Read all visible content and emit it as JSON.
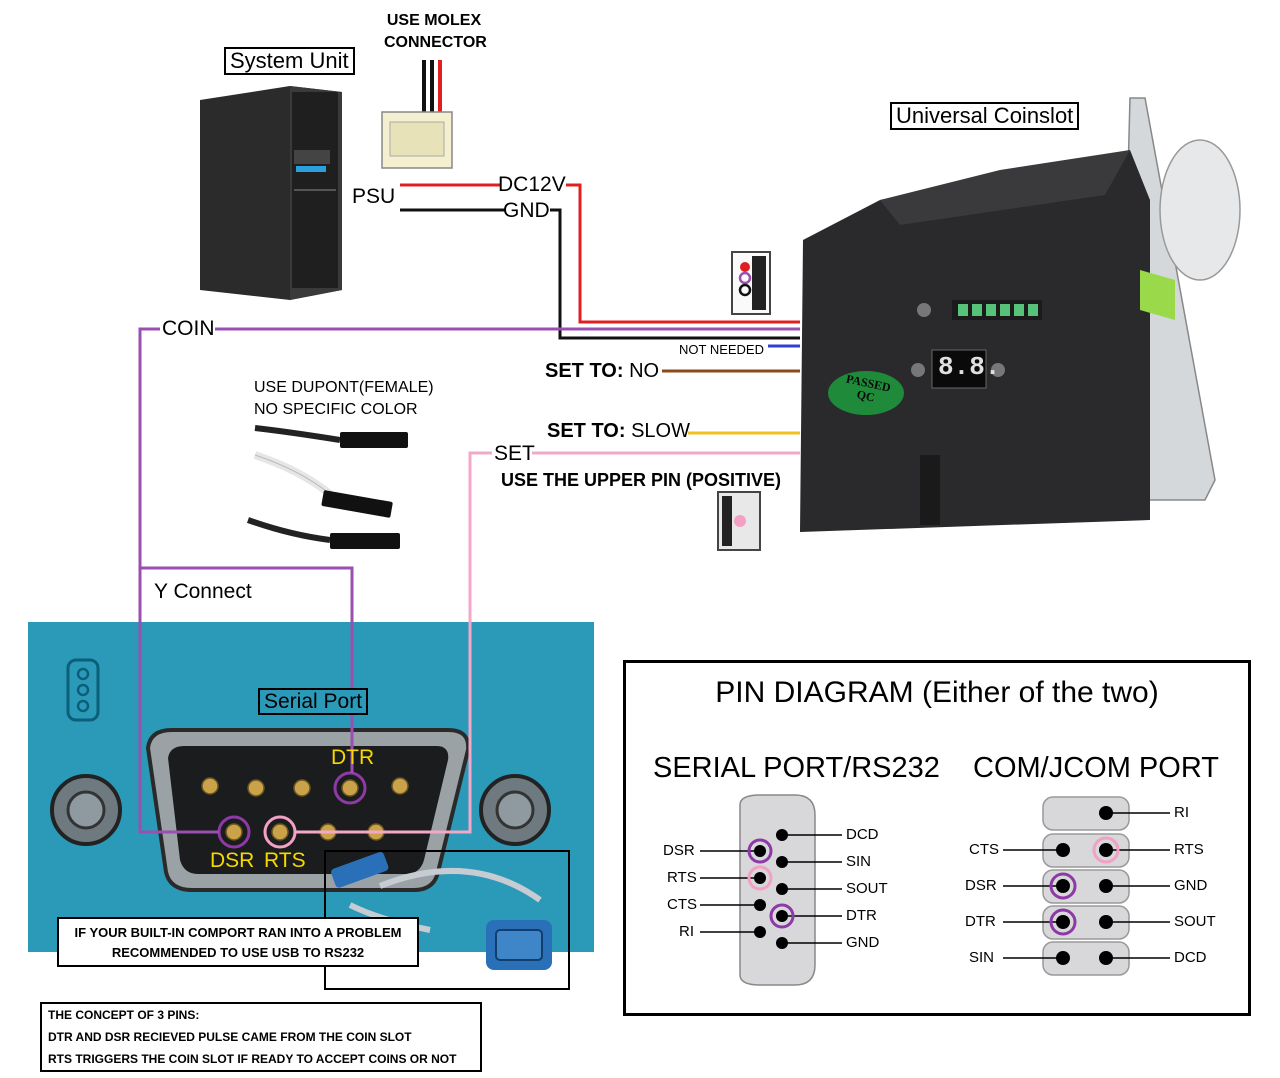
{
  "labels": {
    "system_unit": "System Unit",
    "molex": [
      "USE MOLEX",
      "CONNECTOR"
    ],
    "universal_coinslot": "Universal Coinslot",
    "psu": "PSU",
    "dc12v": "DC12V",
    "gnd": "GND",
    "coin": "COIN",
    "not_needed": "NOT NEEDED",
    "set_to_no_prefix": "SET TO:",
    "set_to_no_value": "NO",
    "set_to_slow_prefix": "SET TO:",
    "set_to_slow_value": "SLOW",
    "set": "SET",
    "upper_pin": "USE THE UPPER PIN (POSITIVE)",
    "dupont": [
      "USE DUPONT(FEMALE)",
      "NO SPECIFIC COLOR"
    ],
    "y_connect": "Y Connect",
    "serial_port": "Serial Port",
    "dtr": "DTR",
    "dsr": "DSR",
    "rts": "RTS",
    "usb_note": [
      "IF YOUR BUILT-IN COMPORT RAN INTO A PROBLEM",
      "RECOMMENDED TO USE USB TO RS232"
    ],
    "concept": [
      "THE CONCEPT OF 3 PINS:",
      "DTR AND DSR RECIEVED PULSE CAME FROM THE COIN SLOT",
      "RTS TRIGGERS THE COIN SLOT IF READY TO ACCEPT COINS OR NOT"
    ]
  },
  "coinslot": {
    "passed_badge": [
      "PASSED",
      "QC"
    ],
    "display": "8.8."
  },
  "pin_diagram": {
    "title": "PIN DIAGRAM (Either of the two)",
    "serial": {
      "title": "SERIAL PORT/RS232",
      "left_pins": [
        "DSR",
        "RTS",
        "CTS",
        "RI"
      ],
      "right_pins": [
        "DCD",
        "SIN",
        "SOUT",
        "DTR",
        "GND"
      ]
    },
    "com": {
      "title": "COM/JCOM PORT",
      "left_pins": [
        "CTS",
        "DSR",
        "DTR",
        "SIN"
      ],
      "right_pins": [
        "RI",
        "RTS",
        "GND",
        "SOUT",
        "DCD"
      ]
    }
  },
  "colors": {
    "dc12v_wire": "#e02020",
    "gnd_wire": "#111111",
    "coin_wire": "#9b4fb0",
    "not_needed_wire": "#3040d0",
    "no_wire": "#8a4a1a",
    "slow_wire": "#f0c020",
    "set_wire": "#f4a8c8",
    "panel_blue": "#2a9ab8",
    "callout_yellow": "#f7d800",
    "highlight_purple": "#8e3aa6",
    "highlight_pink": "#f2a0c4"
  }
}
